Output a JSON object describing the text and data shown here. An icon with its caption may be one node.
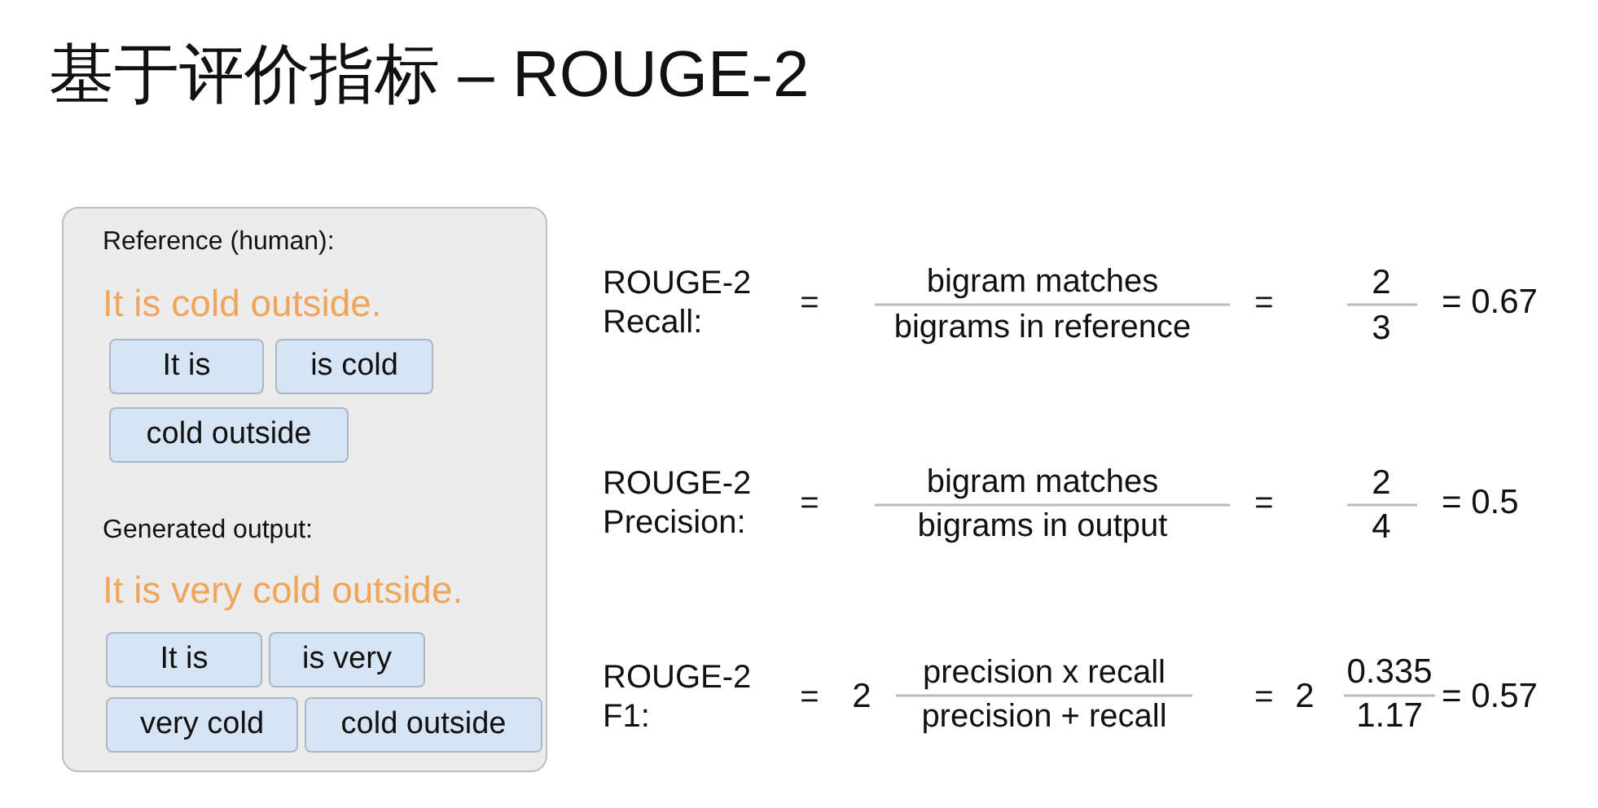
{
  "diagram": {
    "title": "基于评价指标 – ROUGE-2",
    "nodes": [
      {
        "text": [
          "Reference (human):",
          "It is cold outside.",
          "Generated output:",
          "It is very cold outside."
        ]
      },
      {
        "text": [
          "It is"
        ],
        "in": 0
      },
      {
        "text": [
          "is cold"
        ],
        "in": 0
      },
      {
        "text": [
          "cold outside"
        ],
        "in": 0
      },
      {
        "text": [
          "It is"
        ],
        "in": 0
      },
      {
        "text": [
          "is very"
        ],
        "in": 0
      },
      {
        "text": [
          "very cold"
        ],
        "in": 0
      },
      {
        "text": [
          "cold outside"
        ],
        "in": 0
      }
    ],
    "labels": [
      "ROUGE-2 Recall:",
      "=",
      "bigram matches",
      "bigrams in reference",
      "=",
      "2",
      "3",
      "= 0.67",
      "ROUGE-2 Precision:",
      "=",
      "bigram matches",
      "bigrams in output",
      "=",
      "2",
      "4",
      "= 0.5",
      "ROUGE-2 F1:",
      "=",
      "2",
      "precision x recall",
      "precision + recall",
      "=",
      "2",
      "0.335",
      "1.17",
      "= 0.57"
    ]
  }
}
